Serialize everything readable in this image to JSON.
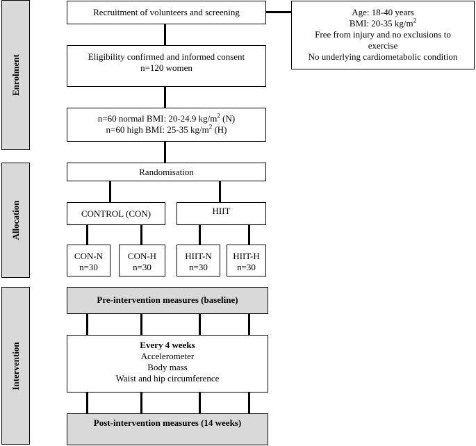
{
  "side_labels": {
    "enrolment": "Enrolment",
    "allocation": "Allocation",
    "intervention": "Intervention"
  },
  "recruitment": "Recruitment of volunteers and screening",
  "criteria": {
    "age": "Age: 18-40 years",
    "bmi_prefix": "BMI: 20-35 kg/m",
    "bmi_sup": "2",
    "injury_line1": "Free from injury and no exclusions to",
    "injury_line2": "exercise",
    "cardio": "No underlying cardiometabolic condition"
  },
  "eligibility": {
    "line1": "Eligibility confirmed and informed consent",
    "line2": "n=120 women"
  },
  "bmi_groups": {
    "normal_prefix": "n=60 normal BMI: 20-24.9 kg/m",
    "normal_sup": "2",
    "normal_suffix": " (N)",
    "high_prefix": "n=60 high BMI: 25-35 kg/m",
    "high_sup": "2",
    "high_suffix": " (H)"
  },
  "randomisation": "Randomisation",
  "arms": {
    "control": "CONTROL (CON)",
    "hiit": "HIIT"
  },
  "groups": [
    {
      "name": "CON-N",
      "n": "n=30"
    },
    {
      "name": "CON-H",
      "n": "n=30"
    },
    {
      "name": "HIIT-N",
      "n": "n=30"
    },
    {
      "name": "HIIT-H",
      "n": "n=30"
    }
  ],
  "pre": "Pre-intervention measures (baseline)",
  "every": {
    "title": "Every 4 weeks",
    "items": [
      "Accelerometer",
      "Body mass",
      "Waist and hip circumference"
    ]
  },
  "post": "Post-intervention measures (14 weeks)"
}
